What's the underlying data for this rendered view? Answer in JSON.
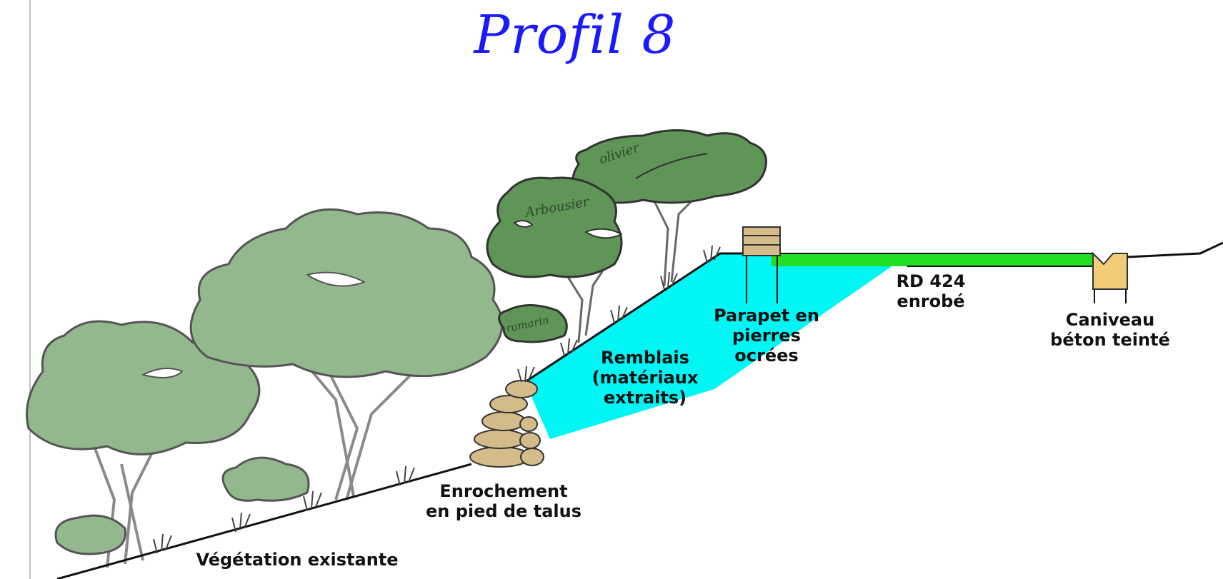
{
  "title": "Profil 8",
  "labels": {
    "vegetation": "Végétation existante",
    "enrochement": [
      "Enrochement",
      "en pied de talus"
    ],
    "remblais": [
      "Remblais",
      "(matériaux",
      "extraits)"
    ],
    "parapet": [
      "Parapet en",
      "pierres",
      "ocrées"
    ],
    "route": [
      "RD 424",
      "enrobé"
    ],
    "caniveau": [
      "Caniveau",
      "béton teinté"
    ]
  },
  "tree_labels": {
    "olivier": "olivier",
    "arbousier": "Arbousier",
    "romarin": "romarin"
  },
  "colors": {
    "fill": "#00f5f5",
    "road": "#22dd22",
    "gutter": "#f2cd78",
    "stone": "#d4bc8a",
    "tree_light": "#93b88e",
    "tree_dark": "#5f9556",
    "title": "#1a1aff"
  }
}
